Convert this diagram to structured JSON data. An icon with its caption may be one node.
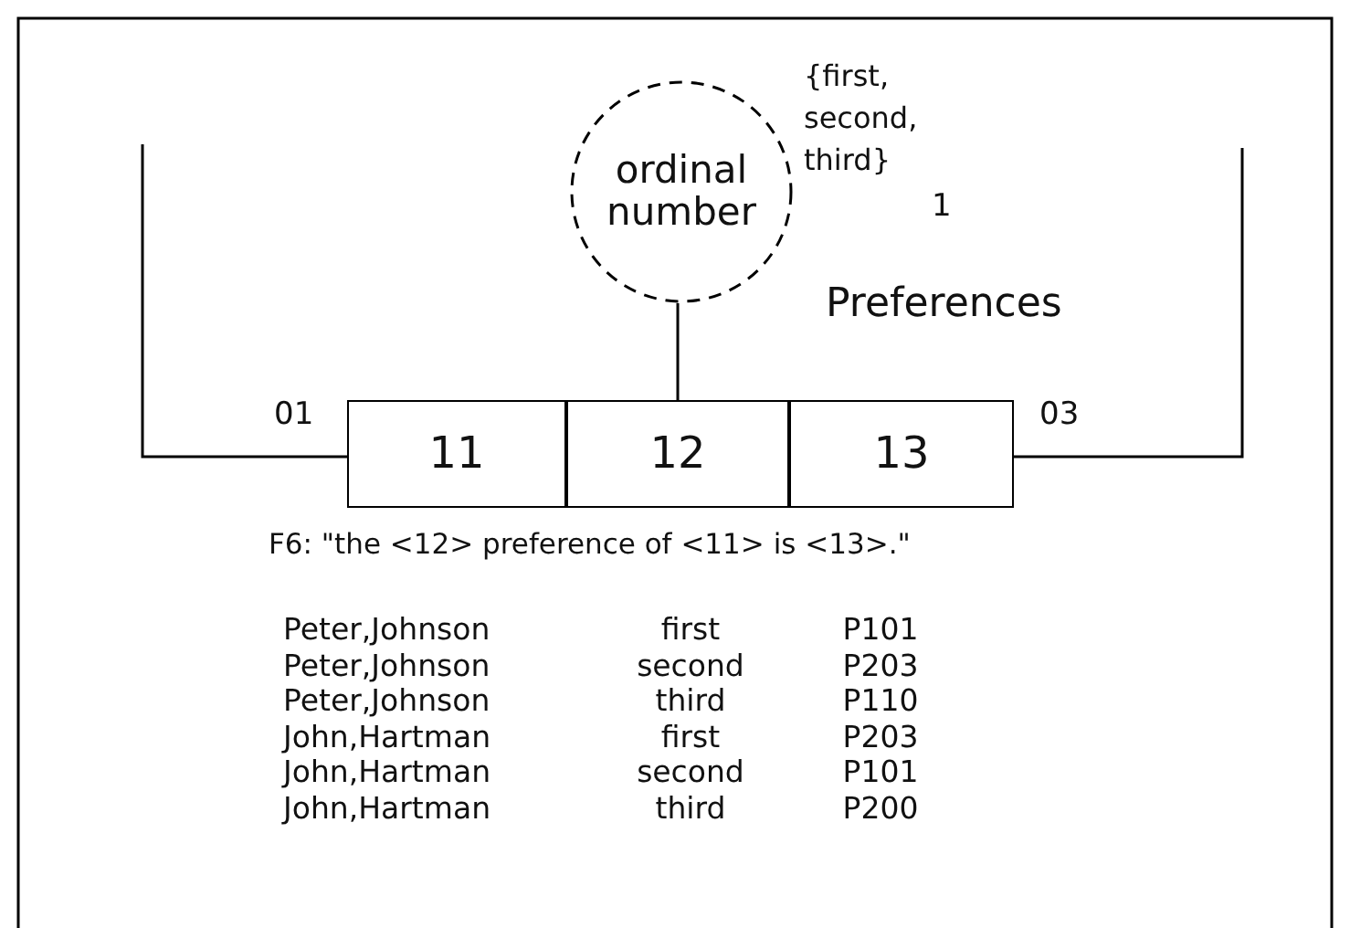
{
  "diagram": {
    "nodes": [
      {
        "text": [
          "ordinal number"
        ],
        "beside": [
          "{first, second, third}"
        ]
      },
      {
        "text": [
          "11"
        ]
      },
      {
        "text": [
          "12"
        ]
      },
      {
        "text": [
          "13"
        ]
      }
    ],
    "edges": [
      {
        "from": null,
        "to": 1,
        "arrow": "none"
      },
      {
        "from": 0,
        "to": 2,
        "arrow": "none"
      },
      {
        "from": null,
        "to": 3,
        "arrow": "none"
      }
    ],
    "labels": [
      "1",
      "Preferences",
      "01",
      "03",
      "F6: \"the <12> preference of <11> is <13>.\"",
      "Peter,Johnson",
      "first",
      "P101",
      "Peter,Johnson",
      "second",
      "P203",
      "Peter,Johnson",
      "third",
      "P110",
      "John,Hartman",
      "first",
      "P203",
      "John,Hartman",
      "second",
      "P101",
      "John,Hartman",
      "third",
      "P200"
    ]
  }
}
